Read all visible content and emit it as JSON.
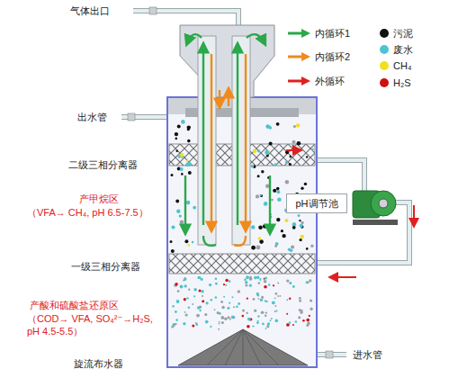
{
  "diagram": {
    "nodes": [
      {
        "text": [
          "pH调节池"
        ]
      }
    ],
    "labels": [
      "气体出口",
      "出水管",
      "二级三相分离器",
      "产甲烷区",
      "（VFA→ CH₄, pH 6.5-7.5）",
      "一级三相分离器",
      "产酸和硫酸盐还原区",
      "（COD→ VFA, SO₄²⁻→H₂S, pH 4.5-5.5）",
      "旋流布水器",
      "进水管"
    ],
    "legend": [
      {
        "text": "内循环1"
      },
      {
        "text": "内循环2"
      },
      {
        "text": "外循环"
      },
      {
        "text": "污泥",
        "color": "#111111"
      },
      {
        "text": "废水",
        "color": "#4fc3d0"
      },
      {
        "text": "CH₄",
        "color": "#f0e020"
      },
      {
        "text": "H₂S",
        "color": "#d01010"
      }
    ]
  }
}
